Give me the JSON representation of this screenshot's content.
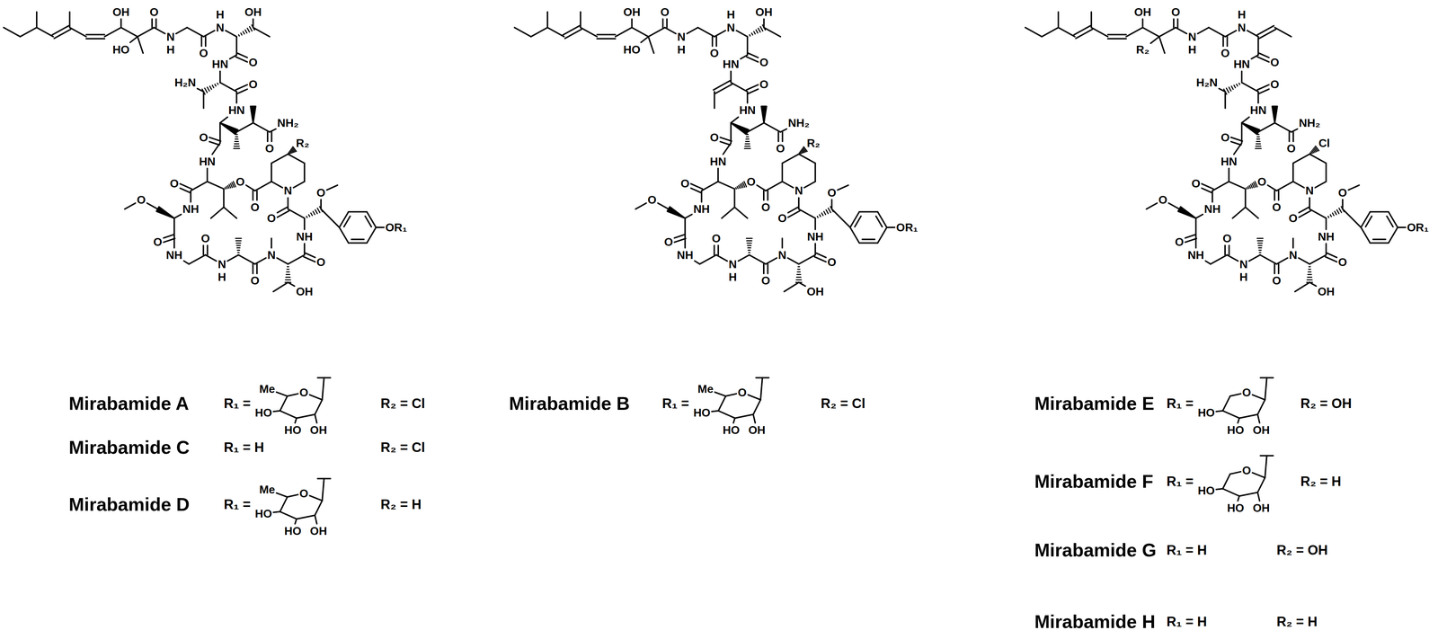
{
  "diagram": {
    "labels": [
      "OH",
      "O",
      "HO",
      "N",
      "H",
      "O",
      "H",
      "N",
      "OH",
      "O",
      "HN",
      "H₂N",
      "O",
      "HN",
      "O",
      "NH₂",
      "R₂",
      "O",
      "HN",
      "O",
      "O",
      "O",
      "N",
      "O",
      "O",
      "NH",
      "O",
      "NH",
      "OR₁",
      "O",
      "NH",
      "O",
      "H",
      "N",
      "O",
      "N",
      "O",
      "OH",
      "OH",
      "O",
      "HO",
      "N",
      "H",
      "O",
      "H",
      "N",
      "OH",
      "O",
      "HN",
      "O",
      "HN",
      "O",
      "NH₂",
      "R₂",
      "O",
      "HN",
      "O",
      "O",
      "O",
      "N",
      "O",
      "O",
      "NH",
      "O",
      "NH",
      "OR₁",
      "O",
      "NH",
      "O",
      "H",
      "N",
      "O",
      "N",
      "O",
      "OH",
      "OH",
      "O",
      "R₂",
      "N",
      "H",
      "O",
      "H",
      "N",
      "O",
      "HN",
      "H₂N",
      "O",
      "HN",
      "O",
      "NH₂",
      "Cl",
      "O",
      "HN",
      "O",
      "O",
      "O",
      "N",
      "O",
      "O",
      "NH",
      "O",
      "NH",
      "OR₁",
      "O",
      "NH",
      "O",
      "H",
      "N",
      "O",
      "N",
      "O",
      "OH",
      "Mirabamide A",
      "R₁ =",
      "Me",
      "O",
      "HO",
      "HO",
      "OH",
      "R₂ = Cl",
      "Mirabamide C",
      "R₁ = H",
      "R₂ = Cl",
      "Mirabamide D",
      "R₁ =",
      "Me",
      "O",
      "HO",
      "HO",
      "OH",
      "R₂ = H",
      "Mirabamide B",
      "R₁ =",
      "Me",
      "O",
      "HO",
      "HO",
      "OH",
      "R₂ = Cl",
      "Mirabamide E",
      "R₁ =",
      "O",
      "HO",
      "HO",
      "OH",
      "R₂ = OH",
      "Mirabamide F",
      "R₁ =",
      "O",
      "HO",
      "HO",
      "OH",
      "R₂ = H",
      "Mirabamide G",
      "R₁ = H",
      "R₂ = OH",
      "Mirabamide H",
      "R₁ = H",
      "R₂ = H"
    ]
  }
}
